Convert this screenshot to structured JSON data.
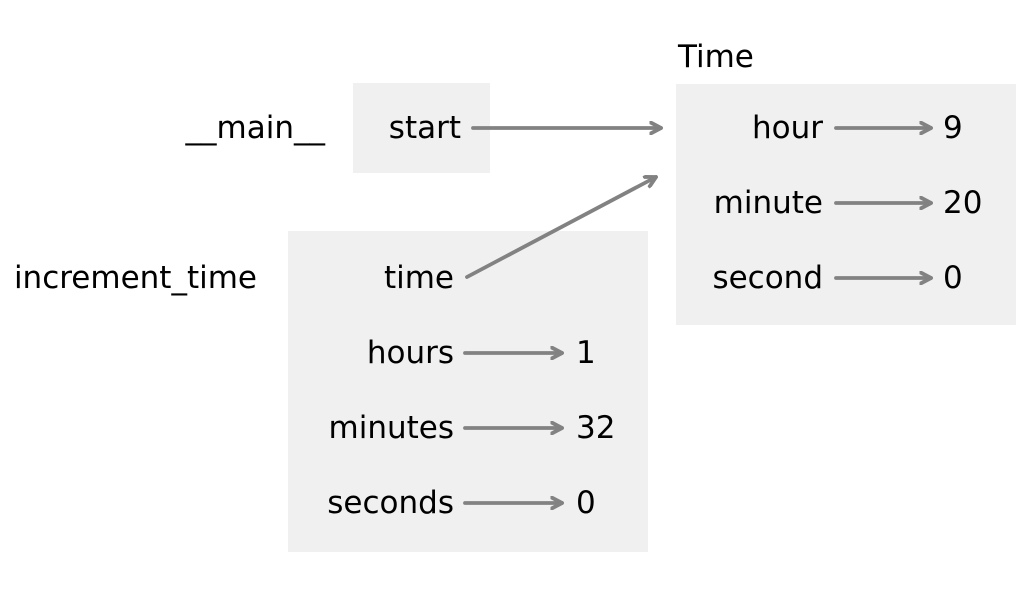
{
  "colors": {
    "background": "#ffffff",
    "box_fill": "#f0f0f0",
    "arrow": "#828282",
    "text": "#000000"
  },
  "frames": {
    "main": {
      "label": "__main__",
      "vars": {
        "start": {
          "name": "start",
          "points_to": "Time object"
        }
      }
    },
    "increment_time": {
      "label": "increment_time",
      "vars": {
        "time": {
          "name": "time",
          "points_to": "Time object"
        },
        "hours": {
          "name": "hours",
          "value": "1"
        },
        "minutes": {
          "name": "minutes",
          "value": "32"
        },
        "seconds": {
          "name": "seconds",
          "value": "0"
        }
      }
    }
  },
  "objects": {
    "time": {
      "type_label": "Time",
      "attrs": {
        "hour": {
          "name": "hour",
          "value": "9"
        },
        "minute": {
          "name": "minute",
          "value": "20"
        },
        "second": {
          "name": "second",
          "value": "0"
        }
      }
    }
  }
}
